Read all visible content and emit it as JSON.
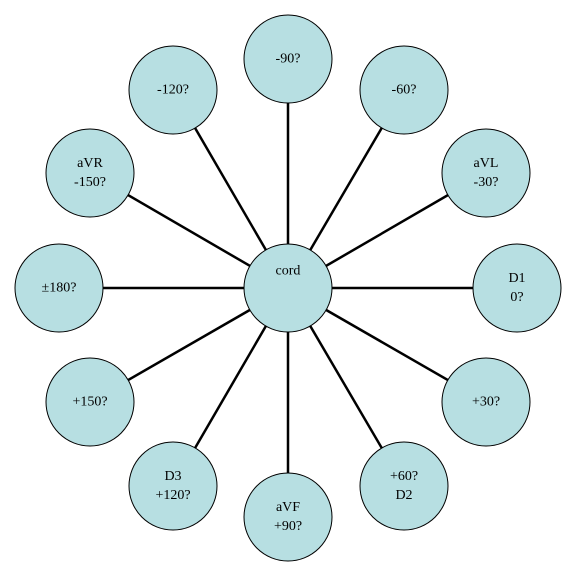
{
  "center": {
    "lines": [
      "cord"
    ]
  },
  "nodes": [
    {
      "name": "node-minus-90",
      "lines": [
        "-90?"
      ]
    },
    {
      "name": "node-minus-60",
      "lines": [
        "-60?"
      ]
    },
    {
      "name": "node-avl",
      "lines": [
        "aVL",
        "-30?"
      ]
    },
    {
      "name": "node-d1",
      "lines": [
        "D1",
        "0?"
      ]
    },
    {
      "name": "node-plus-30",
      "lines": [
        "+30?"
      ]
    },
    {
      "name": "node-d2",
      "lines": [
        "+60?",
        "D2"
      ]
    },
    {
      "name": "node-avf",
      "lines": [
        "aVF",
        "+90?"
      ]
    },
    {
      "name": "node-d3",
      "lines": [
        "D3",
        "+120?"
      ]
    },
    {
      "name": "node-plus-150",
      "lines": [
        "+150?"
      ]
    },
    {
      "name": "node-180",
      "lines": [
        "±180?"
      ]
    },
    {
      "name": "node-avr",
      "lines": [
        "aVR",
        "-150?"
      ]
    },
    {
      "name": "node-minus-120",
      "lines": [
        "-120?"
      ]
    }
  ],
  "colors": {
    "node_fill": "#b7dfe2",
    "stroke": "#000000"
  }
}
